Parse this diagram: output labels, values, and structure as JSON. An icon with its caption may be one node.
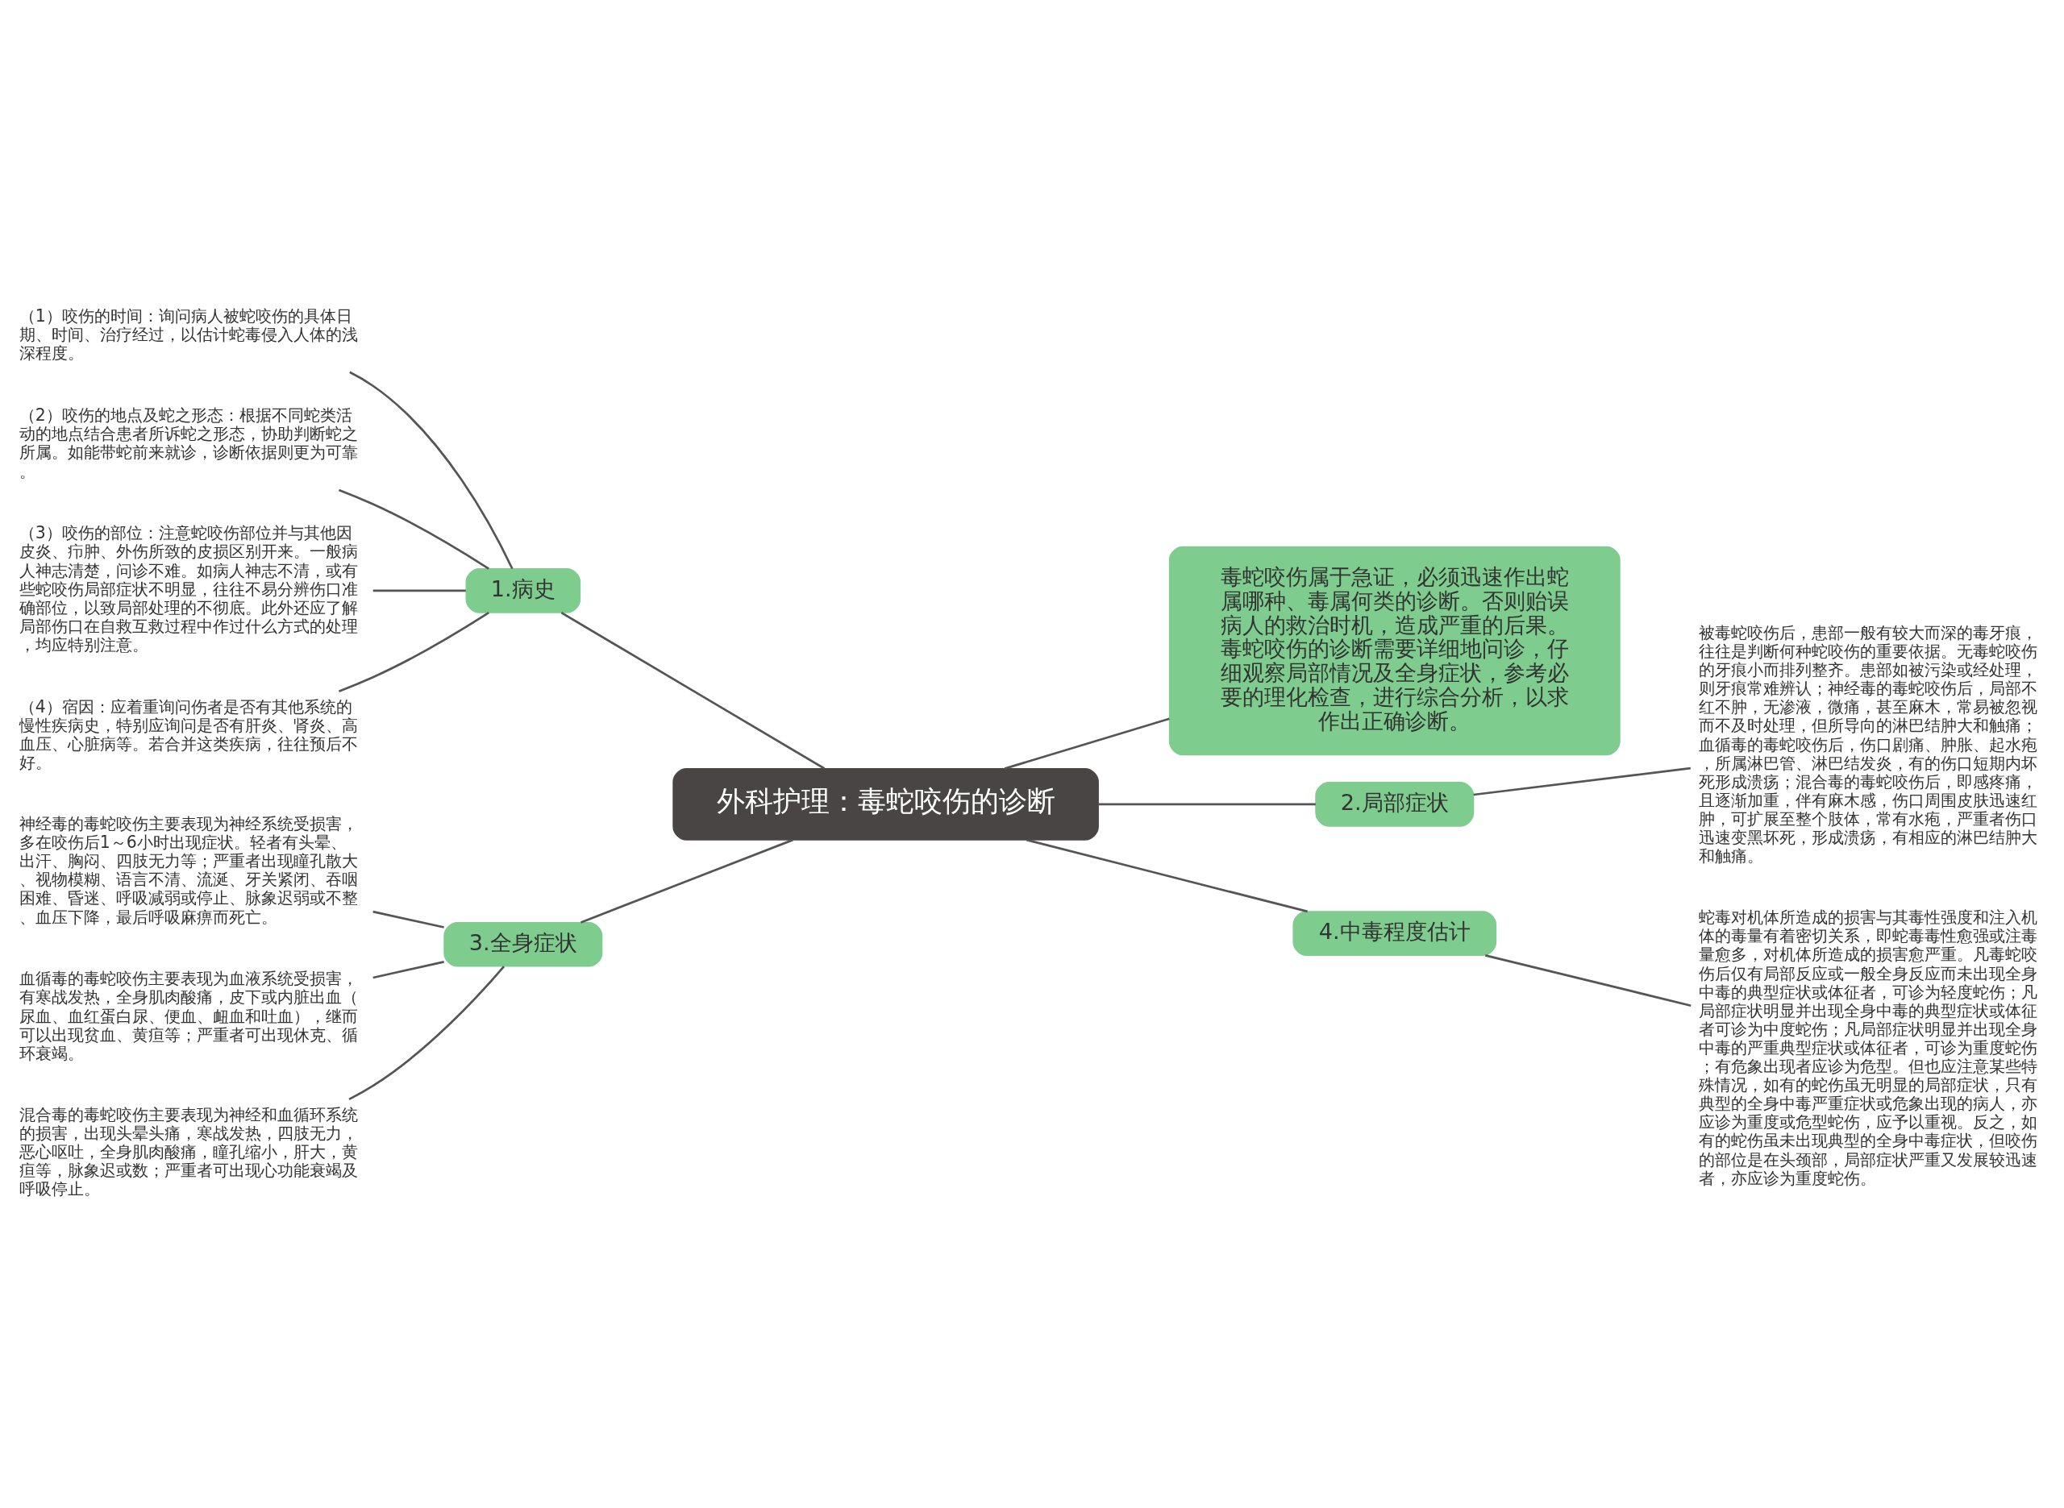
{
  "diagram": {
    "nodes": [
      {
        "text": [
          "外科护理：毒蛇咬伤的诊断"
        ]
      },
      {
        "text": [
          "毒蛇咬伤属于急证，必须迅速作出蛇属哪种、毒属何类的诊断。否则贻误病人的救治时机，造成严重的后果。毒蛇咬伤的诊断需要详细地问诊，仔细观察局部情况及全身症状，参考必要的理化检查，进行综合分析，以求作出正确诊断。"
        ]
      },
      {
        "text": [
          "1.病史"
        ]
      },
      {
        "text": [
          "（1）咬伤的时间：询问病人被蛇咬伤的具体日期、时间、治疗经过，以估计蛇毒侵入人体的浅深程度。"
        ]
      },
      {
        "text": [
          "（2）咬伤的地点及蛇之形态：根据不同蛇类活动的地点结合患者所诉蛇之形态，协助判断蛇之所属。如能带蛇前来就诊，诊断依据则更为可靠。"
        ]
      },
      {
        "text": [
          "（3）咬伤的部位：注意蛇咬伤部位并与其他因皮炎、疖肿、外伤所致的皮损区别开来。一般病人神志清楚，问诊不难。如病人神志不清，或有些蛇咬伤局部症状不明显，往往不易分辨伤口准确部位，以致局部处理的不彻底。此外还应了解局部伤口在自救互救过程中作过什么方式的处理，均应特别注意。"
        ]
      },
      {
        "text": [
          "（4）宿因：应着重询问伤者是否有其他系统的慢性疾病史，特别应询问是否有肝炎、肾炎、高血压、心脏病等。若合并这类疾病，往往预后不好。"
        ]
      },
      {
        "text": [
          "2.局部症状"
        ]
      },
      {
        "text": [
          "被毒蛇咬伤后，患部一般有较大而深的毒牙痕，往往是判断何种蛇咬伤的重要依据。无毒蛇咬伤的牙痕小而排列整齐。患部如被污染或经处理，则牙痕常难辨认；神经毒的毒蛇咬伤后，局部不红不肿，无渗液，微痛，甚至麻木，常易被忽视而不及时处理，但所导向的淋巴结肿大和触痛；血循毒的毒蛇咬伤后，伤口剧痛、肿胀、起水疱，所属淋巴管、淋巴结发炎，有的伤口短期内坏死形成溃疡；混合毒的毒蛇咬伤后，即感疼痛，且逐渐加重，伴有麻木感，伤口周围皮肤迅速红肿，可扩展至整个肢体，常有水疱，严重者伤口迅速变黑坏死，形成溃疡，有相应的淋巴结肿大和触痛。"
        ]
      },
      {
        "text": [
          "3.全身症状"
        ]
      },
      {
        "text": [
          "神经毒的毒蛇咬伤主要表现为神经系统受损害，多在咬伤后1～6小时出现症状。轻者有头晕、出汗、胸闷、四肢无力等；严重者出现瞳孔散大、视物模糊、语言不清、流涎、牙关紧闭、吞咽困难、昏迷、呼吸减弱或停止、脉象迟弱或不整、血压下降，最后呼吸麻痹而死亡。"
        ]
      },
      {
        "text": [
          "血循毒的毒蛇咬伤主要表现为血液系统受损害，有寒战发热，全身肌肉酸痛，皮下或内脏出血（尿血、血红蛋白尿、便血、衄血和吐血），继而可以出现贫血、黄疸等；严重者可出现休克、循环衰竭。"
        ]
      },
      {
        "text": [
          "混合毒的毒蛇咬伤主要表现为神经和血循环系统的损害，出现头晕头痛，寒战发热，四肢无力，恶心呕吐，全身肌肉酸痛，瞳孔缩小，肝大，黄疸等，脉象迟或数；严重者可出现心功能衰竭及呼吸停止。"
        ]
      },
      {
        "text": [
          "4.中毒程度估计"
        ]
      },
      {
        "text": [
          "蛇毒对机体所造成的损害与其毒性强度和注入机体的毒量有着密切关系，即蛇毒毒性愈强或注毒量愈多，对机体所造成的损害愈严重。凡毒蛇咬伤后仅有局部反应或一般全身反应而未出现全身中毒的典型症状或体征者，可诊为轻度蛇伤；凡局部症状明显并出现全身中毒的典型症状或体征者可诊为中度蛇伤；凡局部症状明显并出现全身中毒的严重典型症状或体征者，可诊为重度蛇伤；有危象出现者应诊为危型。但也应注意某些特殊情况，如有的蛇伤虽无明显的局部症状，只有典型的全身中毒严重症状或危象出现的病人，亦应诊为重度或危型蛇伤，应予以重视。反之，如有的蛇伤虽未出现典型的全身中毒症状，但咬伤的部位是在头颈部，局部症状严重又发展较迅速者，亦应诊为重度蛇伤。"
        ]
      }
    ],
    "edges": [
      {
        "from": 0,
        "to": 1,
        "arrow": "none"
      },
      {
        "from": 0,
        "to": 2,
        "arrow": "none"
      },
      {
        "from": 2,
        "to": 3,
        "arrow": "none"
      },
      {
        "from": 2,
        "to": 4,
        "arrow": "none"
      },
      {
        "from": 2,
        "to": 5,
        "arrow": "none"
      },
      {
        "from": 2,
        "to": 6,
        "arrow": "none"
      },
      {
        "from": 0,
        "to": 7,
        "arrow": "none"
      },
      {
        "from": 7,
        "to": 8,
        "arrow": "none"
      },
      {
        "from": 0,
        "to": 9,
        "arrow": "none"
      },
      {
        "from": 9,
        "to": 10,
        "arrow": "none"
      },
      {
        "from": 9,
        "to": 11,
        "arrow": "none"
      },
      {
        "from": 9,
        "to": 12,
        "arrow": "none"
      },
      {
        "from": 0,
        "to": 13,
        "arrow": "none"
      },
      {
        "from": 13,
        "to": 14,
        "arrow": "none"
      }
    ]
  }
}
